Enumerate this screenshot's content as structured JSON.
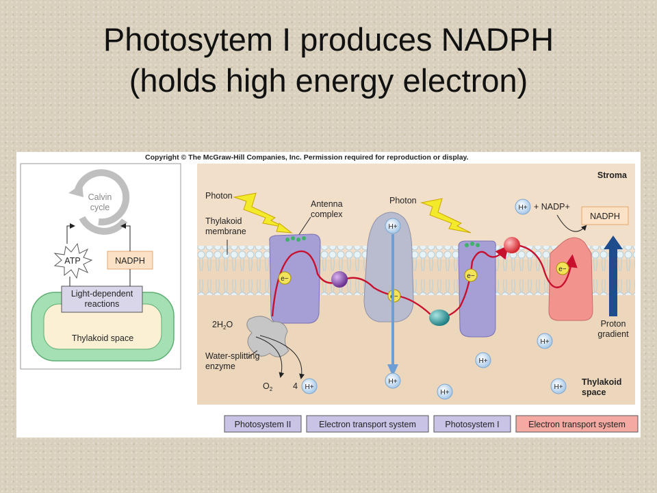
{
  "slide": {
    "title_line1": "Photosytem I produces NADPH",
    "title_line2": "(holds high energy electron)"
  },
  "figure": {
    "copyright": "Copyright © The McGraw-Hill Companies, Inc. Permission required for reproduction or display.",
    "left_panel": {
      "calvin_cycle": "Calvin cycle",
      "atp": "ATP",
      "nadph": "NADPH",
      "light_dependent": "Light-dependent reactions",
      "thylakoid_space": "Thylakoid space"
    },
    "main_panel": {
      "stroma": "Stroma",
      "photon_1": "Photon",
      "photon_2": "Photon",
      "thylakoid_membrane": "Thylakoid membrane",
      "antenna_complex": "Antenna complex",
      "h_plus": "H+",
      "electron": "e−",
      "nadp_reaction": "H+ + NADP+",
      "nadph": "NADPH",
      "proton_gradient": "Proton gradient",
      "water": "2H2O",
      "water_splitting": "Water-splitting enzyme",
      "o2": "O2",
      "four_h": "4 H+",
      "thylakoid_space": "Thylakoid space"
    },
    "legend": [
      {
        "label": "Photosystem II",
        "color": "#c9c3e6"
      },
      {
        "label": "Electron transport system",
        "color": "#c9c3e6"
      },
      {
        "label": "Photosystem I",
        "color": "#c9c3e6"
      },
      {
        "label": "Electron transport system",
        "color": "#f4a9a3"
      }
    ],
    "colors": {
      "stroma_bg": "#f1dcc4",
      "thylakoid_bg": "#ead2b6",
      "membrane": "#cfe6f1",
      "photosystem": "#a59fd6",
      "etc_protein": "#b9bccf",
      "red_protein": "#f2938e",
      "electron_path": "#c8102e",
      "proton_arrow": "#1e4c8c",
      "photon_bolt": "#f2ea2a"
    }
  }
}
